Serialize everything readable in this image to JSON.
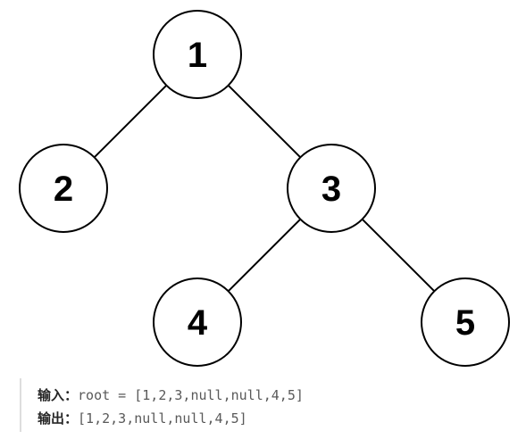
{
  "tree": {
    "nodes": [
      {
        "id": "n1",
        "label": "1"
      },
      {
        "id": "n2",
        "label": "2"
      },
      {
        "id": "n3",
        "label": "3"
      },
      {
        "id": "n4",
        "label": "4"
      },
      {
        "id": "n5",
        "label": "5"
      }
    ],
    "edges": [
      {
        "from": "n1",
        "to": "n2"
      },
      {
        "from": "n1",
        "to": "n3"
      },
      {
        "from": "n3",
        "to": "n4"
      },
      {
        "from": "n3",
        "to": "n5"
      }
    ]
  },
  "example": {
    "input_label": "输入：",
    "input_value": "root = [1,2,3,null,null,4,5]",
    "output_label": "输出：",
    "output_value": "[1,2,3,null,null,4,5]"
  }
}
